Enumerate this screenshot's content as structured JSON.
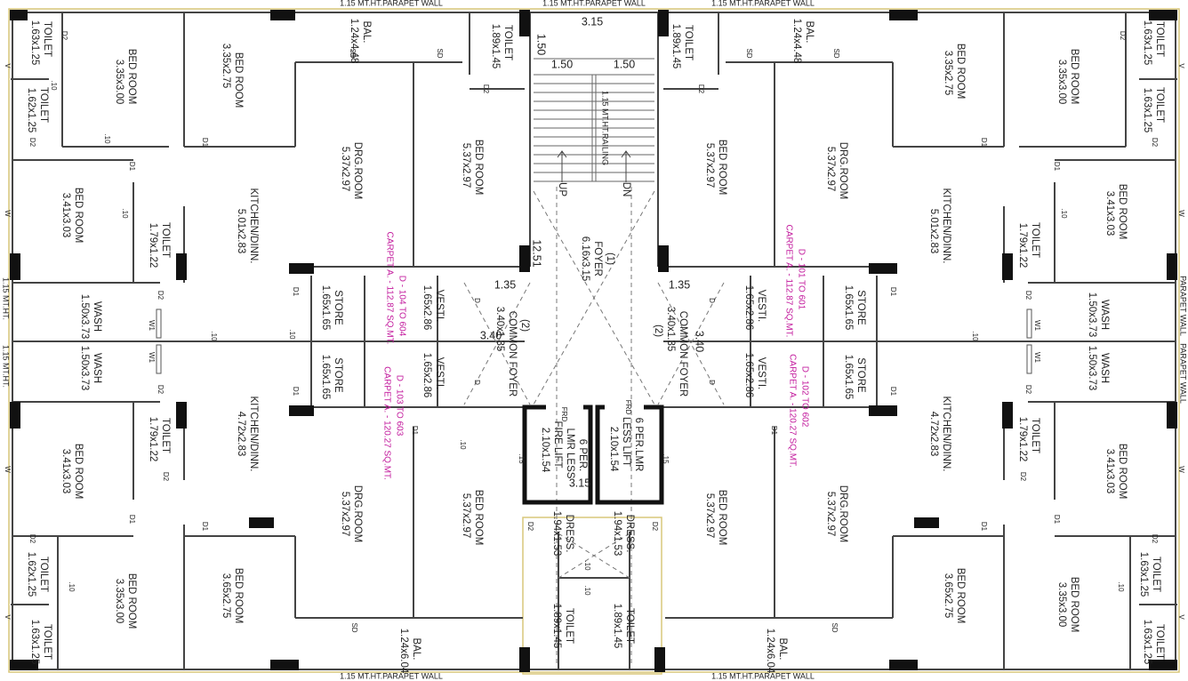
{
  "parapet": {
    "short": "1.15 MT.HT.PARAPET WALL",
    "side_left": "1.15 MT.HT.",
    "side_right": "PARAPET WALL"
  },
  "stair": {
    "top_width": "3.15",
    "landing": "1.50",
    "half_left": "1.50",
    "half_right": "1.50",
    "railing": "1.15 MT.HT.RAILING",
    "up": "UP",
    "down": "DN",
    "height": "12.51"
  },
  "foyer": {
    "num": "(1)",
    "name": "FOYER",
    "size": "6.16x3.15"
  },
  "cfoyer": {
    "num": "(2)",
    "name": "COMMON FOYER",
    "size": "3.40x1.35",
    "d1": "1.35",
    "d2": "3.40"
  },
  "lifts": {
    "fire": {
      "cap": "6 PER.",
      "type": "LMR LESS",
      "name": "FIRE LIFT",
      "size": "2.10x1.54"
    },
    "normal": {
      "cap": "6 PER.LMR",
      "type": "LESS LIFT",
      "size": "2.10x1.54"
    },
    "frd": "FRD",
    "width": "3.15"
  },
  "units": {
    "tl": {
      "line1": "D - 104 TO 604",
      "line2": "CARPET A. - 112.87 SQ.MT."
    },
    "tr": {
      "line1": "D - 101 TO 601",
      "line2": "CARPET A. - 112.87 SQ.MT."
    },
    "bl": {
      "line1": "D - 103 TO 603",
      "line2": "CARPET A. - 120.27 SQ.MT."
    },
    "br": {
      "line1": "D - 102 TO 602",
      "line2": "CARPET A. - 120.27 SQ.MT."
    }
  },
  "rooms": {
    "toilet": "TOILET",
    "bedroom": "BED ROOM",
    "drg": "DRG.ROOM",
    "kitchen": "KITCHEN/DINN.",
    "wash": "WASH",
    "store": "STORE",
    "vest": "VESTI.",
    "bal": "BAL.",
    "dress": "DRESS.",
    "s163x125": "1.63x1.25",
    "s162x125": "1.62x1.25",
    "s335x300": "3.35x3.00",
    "s335x275": "3.35x2.75",
    "s365x275": "3.65x2.75",
    "s124x448": "1.24x4.48",
    "s124x604": "1.24x6.04",
    "s189x145": "1.89x1.45",
    "s537x297": "5.37x2.97",
    "s341x303": "3.41x3.03",
    "s179x122": "1.79x1.22",
    "s501x283": "5.01x2.83",
    "s472x283": "4.72x2.83",
    "s150x373": "1.50x3.73",
    "s165x165": "1.65x1.65",
    "s165x286": "1.65x2.86",
    "s194x153": "1.94x1.53"
  },
  "tags": {
    "d1": "D1",
    "d2": "D2",
    "sd": "SD",
    "w": "W",
    "v": "V",
    "w1": "W1",
    "d": "D",
    "t10": ".10",
    "t15": ".15"
  }
}
